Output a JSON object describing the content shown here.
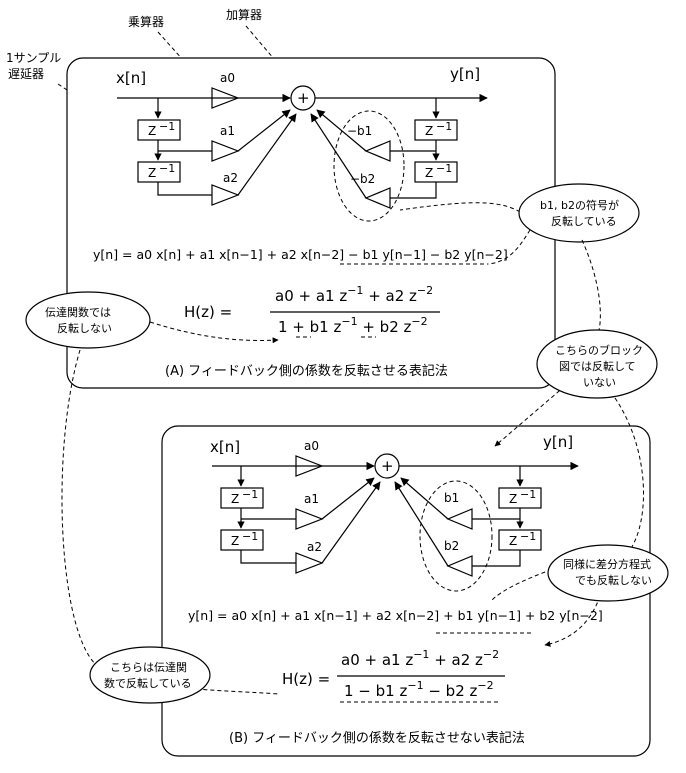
{
  "annotations": {
    "multiplier": "乗算器",
    "adder": "加算器",
    "delay_line1": "1サンプル",
    "delay_line2": "遅延器",
    "tf_not_inverted_1": "伝達関数では",
    "tf_not_inverted_2": "反転しない",
    "signs_inverted_1": "b1, b2の符号が",
    "signs_inverted_2": "反転している",
    "block_not_inverted_1": "こちらのブロック",
    "block_not_inverted_2": "図では反転して",
    "block_not_inverted_3": "いない",
    "diffeq_not_inverted_1": "同様に差分方程式",
    "diffeq_not_inverted_2": "でも反転しない",
    "tf_inverted_1": "こちらは伝達関",
    "tf_inverted_2": "数で反転している"
  },
  "panel_a": {
    "input": "x[n]",
    "output": "y[n]",
    "adder_symbol": "+",
    "delay": "Z",
    "delay_exp": "−1",
    "a0": "a0",
    "a1": "a1",
    "a2": "a2",
    "b1": "−b1",
    "b2": "−b2",
    "equation": "y[n] = a0 x[n] + a1 x[n−1] + a2 x[n−2] − b1 y[n−1] − b2 y[n−2]",
    "hz_label": "H(z) =",
    "hz_num": "a0 + a1 z",
    "hz_num_exp1": "−1",
    "hz_num_mid": " + a2 z",
    "hz_num_exp2": "−2",
    "hz_den": "1 + b1 z",
    "hz_den_exp1": "−1",
    "hz_den_mid": " + b2 z",
    "hz_den_exp2": "−2",
    "caption": "(A)  フィードバック側の係数を反転させる表記法"
  },
  "panel_b": {
    "input": "x[n]",
    "output": "y[n]",
    "adder_symbol": "+",
    "delay": "Z",
    "delay_exp": "−1",
    "a0": "a0",
    "a1": "a1",
    "a2": "a2",
    "b1": "b1",
    "b2": "b2",
    "equation": "y[n] = a0 x[n] + a1 x[n−1] + a2 x[n−2] + b1 y[n−1] + b2 y[n−2]",
    "hz_label": "H(z) =",
    "hz_num": "a0 + a1 z",
    "hz_num_exp1": "−1",
    "hz_num_mid": " + a2 z",
    "hz_num_exp2": "−2",
    "hz_den": "1 − b1 z",
    "hz_den_exp1": "−1",
    "hz_den_mid": " − b2 z",
    "hz_den_exp2": "−2",
    "caption": "(B)  フィードバック側の係数を反転させない表記法"
  }
}
